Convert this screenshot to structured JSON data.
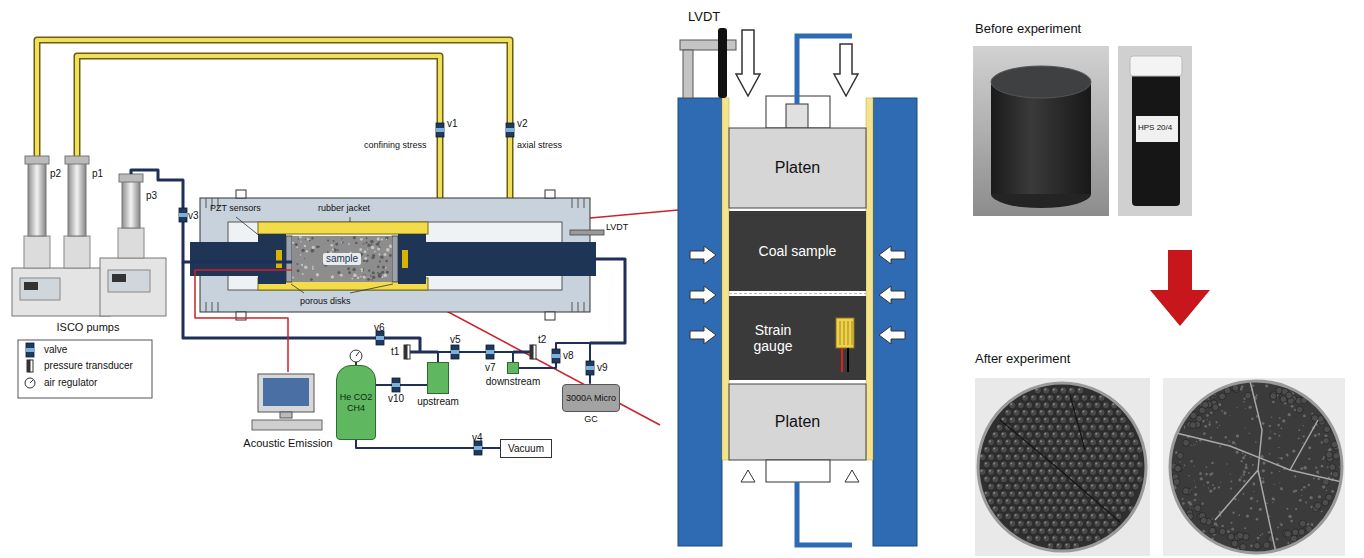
{
  "diagram": {
    "nodes": [
      {
        "text": [
          "ISCO pumps"
        ]
      },
      {
        "text": [
          "sample"
        ]
      },
      {
        "text": [
          "Acoustic Emission"
        ]
      },
      {
        "text": [
          "He CO2 CH4"
        ]
      },
      {
        "text": [
          "upstream"
        ]
      },
      {
        "text": [
          "downstream"
        ]
      },
      {
        "text": [
          "Vacuum"
        ]
      },
      {
        "text": [
          "3000A Micro",
          "GC"
        ]
      },
      {
        "text": [
          "Platen"
        ]
      },
      {
        "text": [
          "Coal sample"
        ]
      },
      {
        "text": [
          "Strain gauge"
        ]
      },
      {
        "text": [
          "Platen"
        ]
      }
    ],
    "edges": [
      {
        "from": 0,
        "to": 1,
        "arrow": "none"
      },
      {
        "from": 2,
        "to": 1,
        "arrow": "none"
      },
      {
        "from": 3,
        "to": 4,
        "arrow": "none"
      },
      {
        "from": 4,
        "to": 5,
        "arrow": "none"
      },
      {
        "from": 5,
        "to": 7,
        "arrow": "none"
      },
      {
        "from": 3,
        "to": 6,
        "arrow": "none"
      }
    ],
    "labels": [
      "v1",
      "confining stress",
      "v2",
      "axial stress",
      "p2",
      "p1",
      "p3",
      "v3",
      "PZT sensors",
      "rubber jacket",
      "porous disks",
      "LVDT",
      "v6",
      "t1",
      "v5",
      "v7",
      "t2",
      "v8",
      "v9",
      "v10",
      "v4",
      "LVDT",
      "Before experiment",
      "HPS 20/4",
      "After experiment"
    ],
    "legend": [
      {
        "text": "valve"
      },
      {
        "text": "pressure transducer"
      },
      {
        "text": "air regulator"
      }
    ]
  }
}
